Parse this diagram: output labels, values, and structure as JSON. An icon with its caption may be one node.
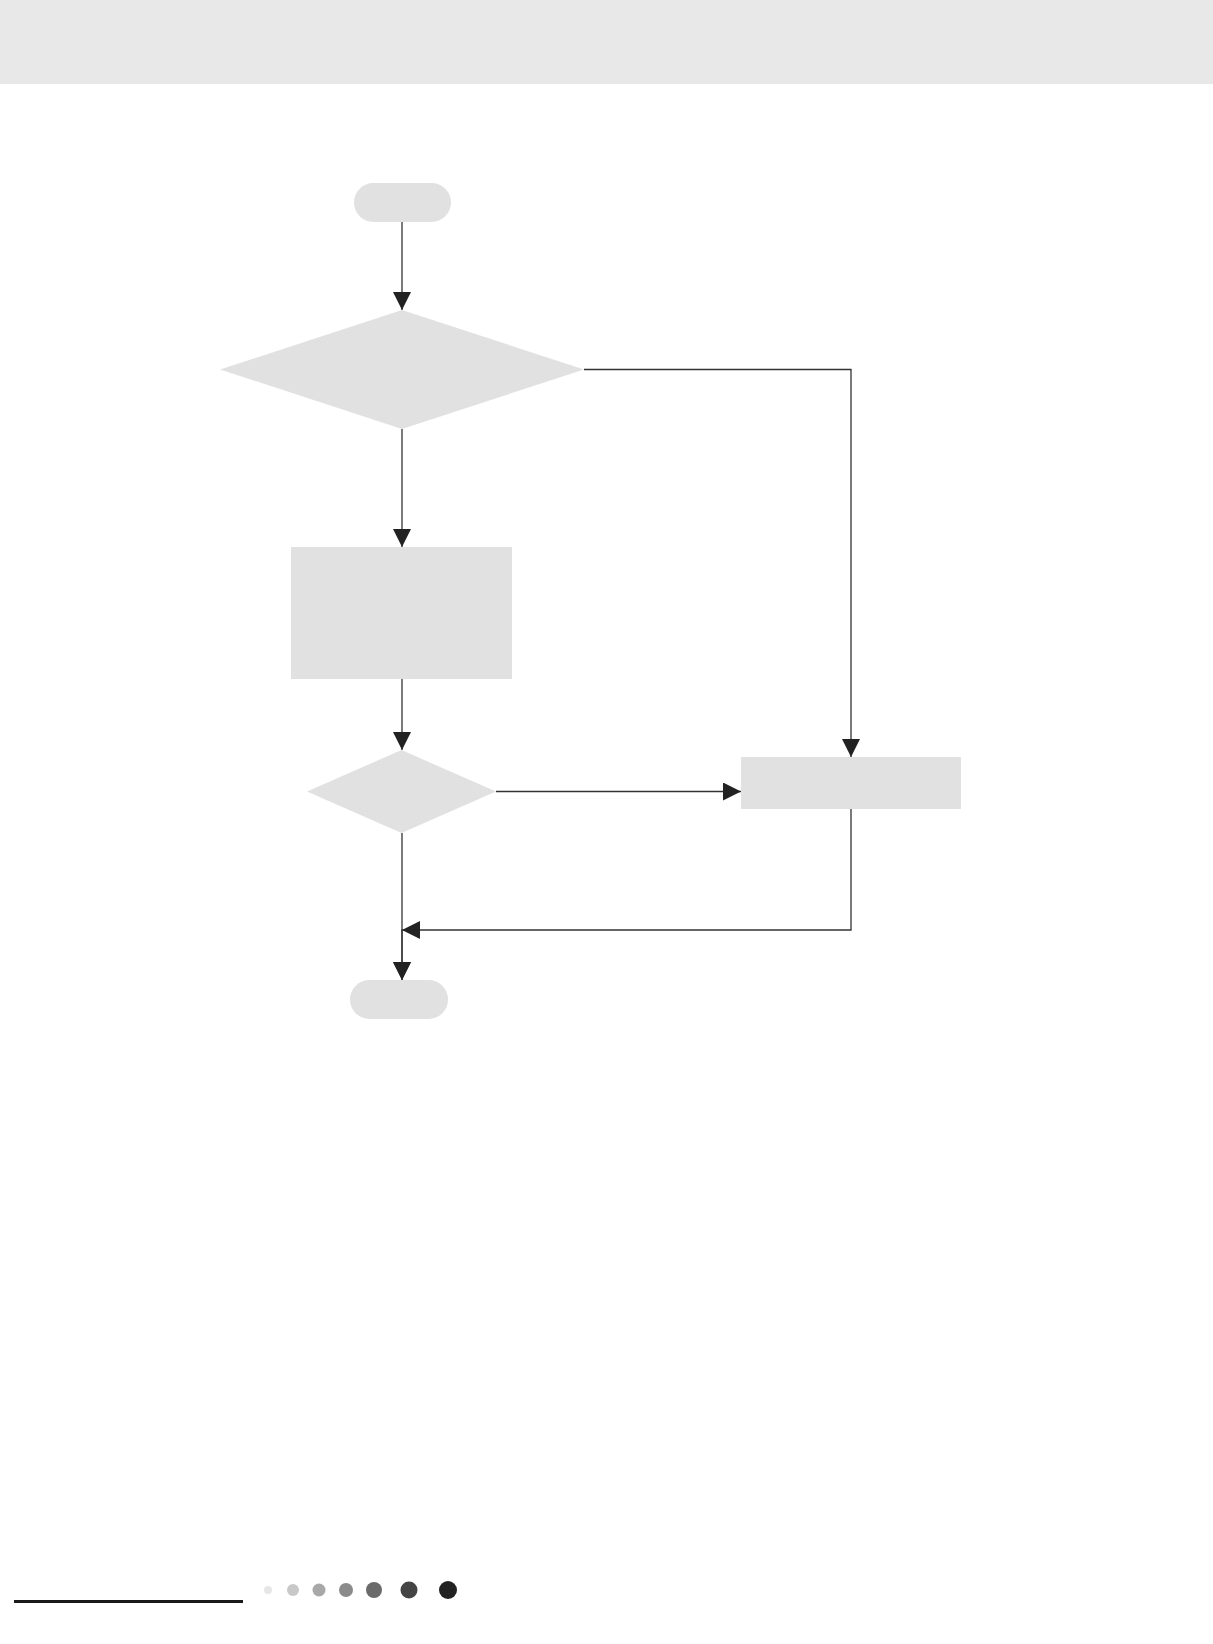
{
  "diagram": {
    "nodes": [
      {
        "text": [],
        "shape": "pill"
      },
      {
        "text": [],
        "shape": "diamond"
      },
      {
        "text": [],
        "shape": "box"
      },
      {
        "text": [],
        "shape": "diamond"
      },
      {
        "text": [],
        "shape": "box"
      },
      {
        "text": [],
        "shape": "pill"
      }
    ],
    "edges": [
      {
        "from": 0,
        "to": 1,
        "arrow": "to"
      },
      {
        "from": 1,
        "to": 2,
        "arrow": "to"
      },
      {
        "from": 1,
        "to": 4,
        "arrow": "to"
      },
      {
        "from": 2,
        "to": 3,
        "arrow": "to"
      },
      {
        "from": 3,
        "to": 4,
        "arrow": "to"
      },
      {
        "from": 3,
        "to": 5,
        "arrow": "to"
      },
      {
        "from": 4,
        "to": 5,
        "arrow": "to"
      }
    ]
  }
}
